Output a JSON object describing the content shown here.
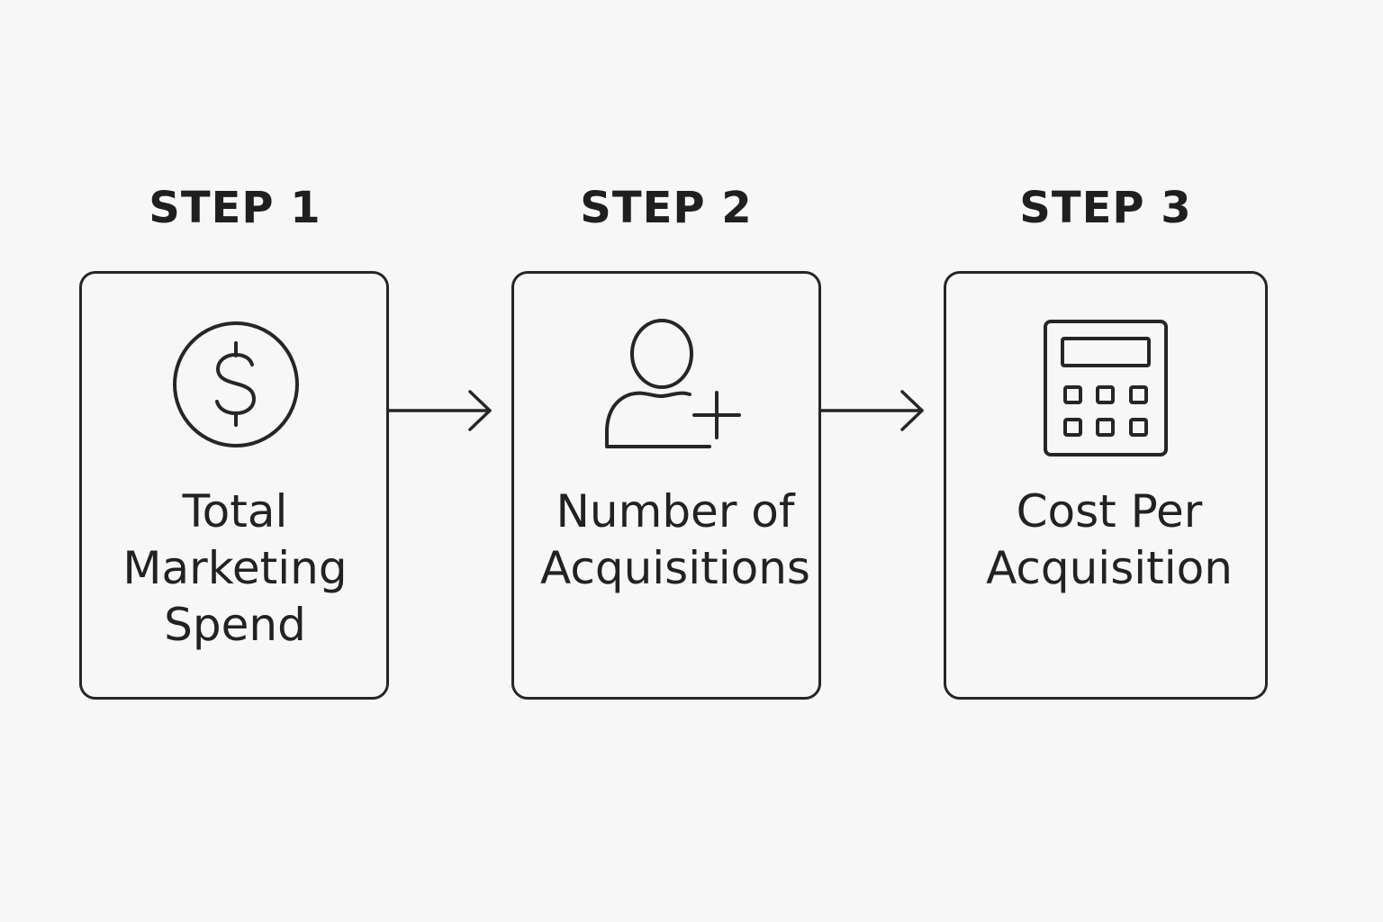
{
  "steps": [
    {
      "title": "STEP 1",
      "icon": "dollar-circle-icon",
      "label_lines": [
        "Total",
        "Marketing",
        "Spend"
      ]
    },
    {
      "title": "STEP 2",
      "icon": "add-user-icon",
      "label_lines": [
        "Number of",
        "Acquisitions"
      ]
    },
    {
      "title": "STEP 3",
      "icon": "calculator-icon",
      "label_lines": [
        "Cost Per",
        "Acquisition"
      ]
    }
  ],
  "colors": {
    "background": "#f7f7f7",
    "stroke": "#262626",
    "text": "#222222"
  }
}
